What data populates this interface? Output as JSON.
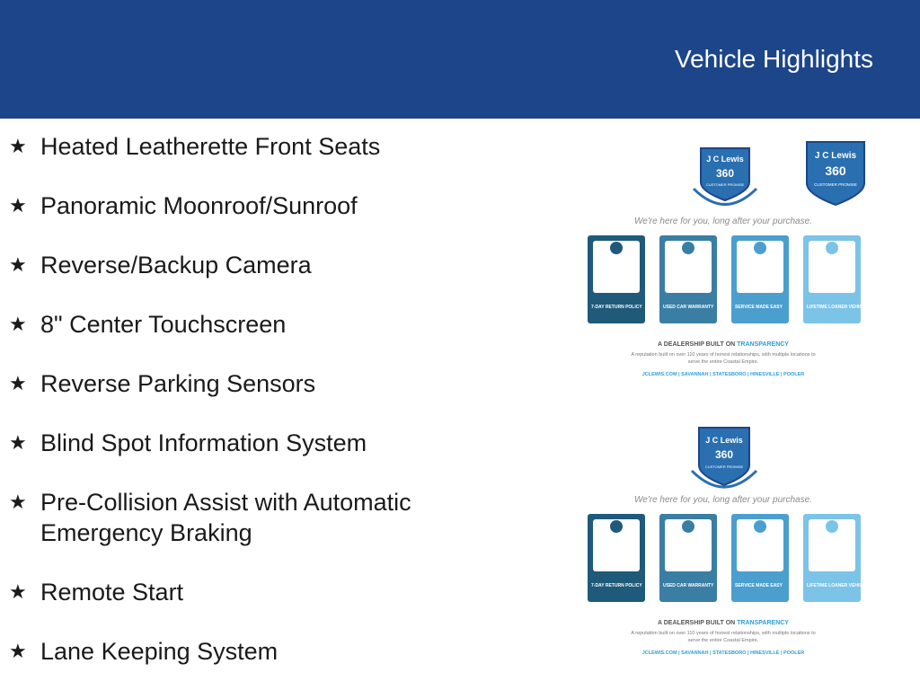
{
  "header": {
    "title": "Vehicle Highlights"
  },
  "features": [
    "Heated Leatherette Front Seats",
    "Panoramic Moonroof/Sunroof",
    "Reverse/Backup Camera",
    "8\" Center Touchscreen",
    "Reverse Parking Sensors",
    "Blind Spot Information System",
    "Pre-Collision Assist with Automatic Emergency Braking",
    "Remote Start",
    "Lane Keeping System"
  ],
  "promo": {
    "brand": "J C Lewis",
    "badge_number": "360",
    "badge_subtitle": "CUSTOMER PROMISE",
    "tagline": "We're here for you, long after your purchase.",
    "cards": [
      {
        "title": "7-DAY RETURN POLICY",
        "icon": "money-icon",
        "color": "#1f5a7a"
      },
      {
        "title": "USED CAR WARRANTY",
        "icon": "ribbon-icon",
        "color": "#3a7ea3"
      },
      {
        "title": "SERVICE MADE EASY",
        "icon": "truck-icon",
        "color": "#4b9fcf"
      },
      {
        "title": "LIFETIME LOANER VEHICLE",
        "icon": "car-icon",
        "color": "#7cc3e8"
      }
    ],
    "built_on_prefix": "A DEALERSHIP BUILT ON ",
    "built_on_highlight": "TRANSPARENCY",
    "reputation_line1": "A reputation built on over 110 years of honest relationships, with multiple locations to",
    "reputation_line2": "serve the entire Coastal Empire.",
    "locations": "JCLEWIS.COM | SAVANNAH | STATESBORO | HINESVILLE | POOLER"
  },
  "colors": {
    "header": "#1d4589",
    "highlight": "#2e9fd8"
  }
}
